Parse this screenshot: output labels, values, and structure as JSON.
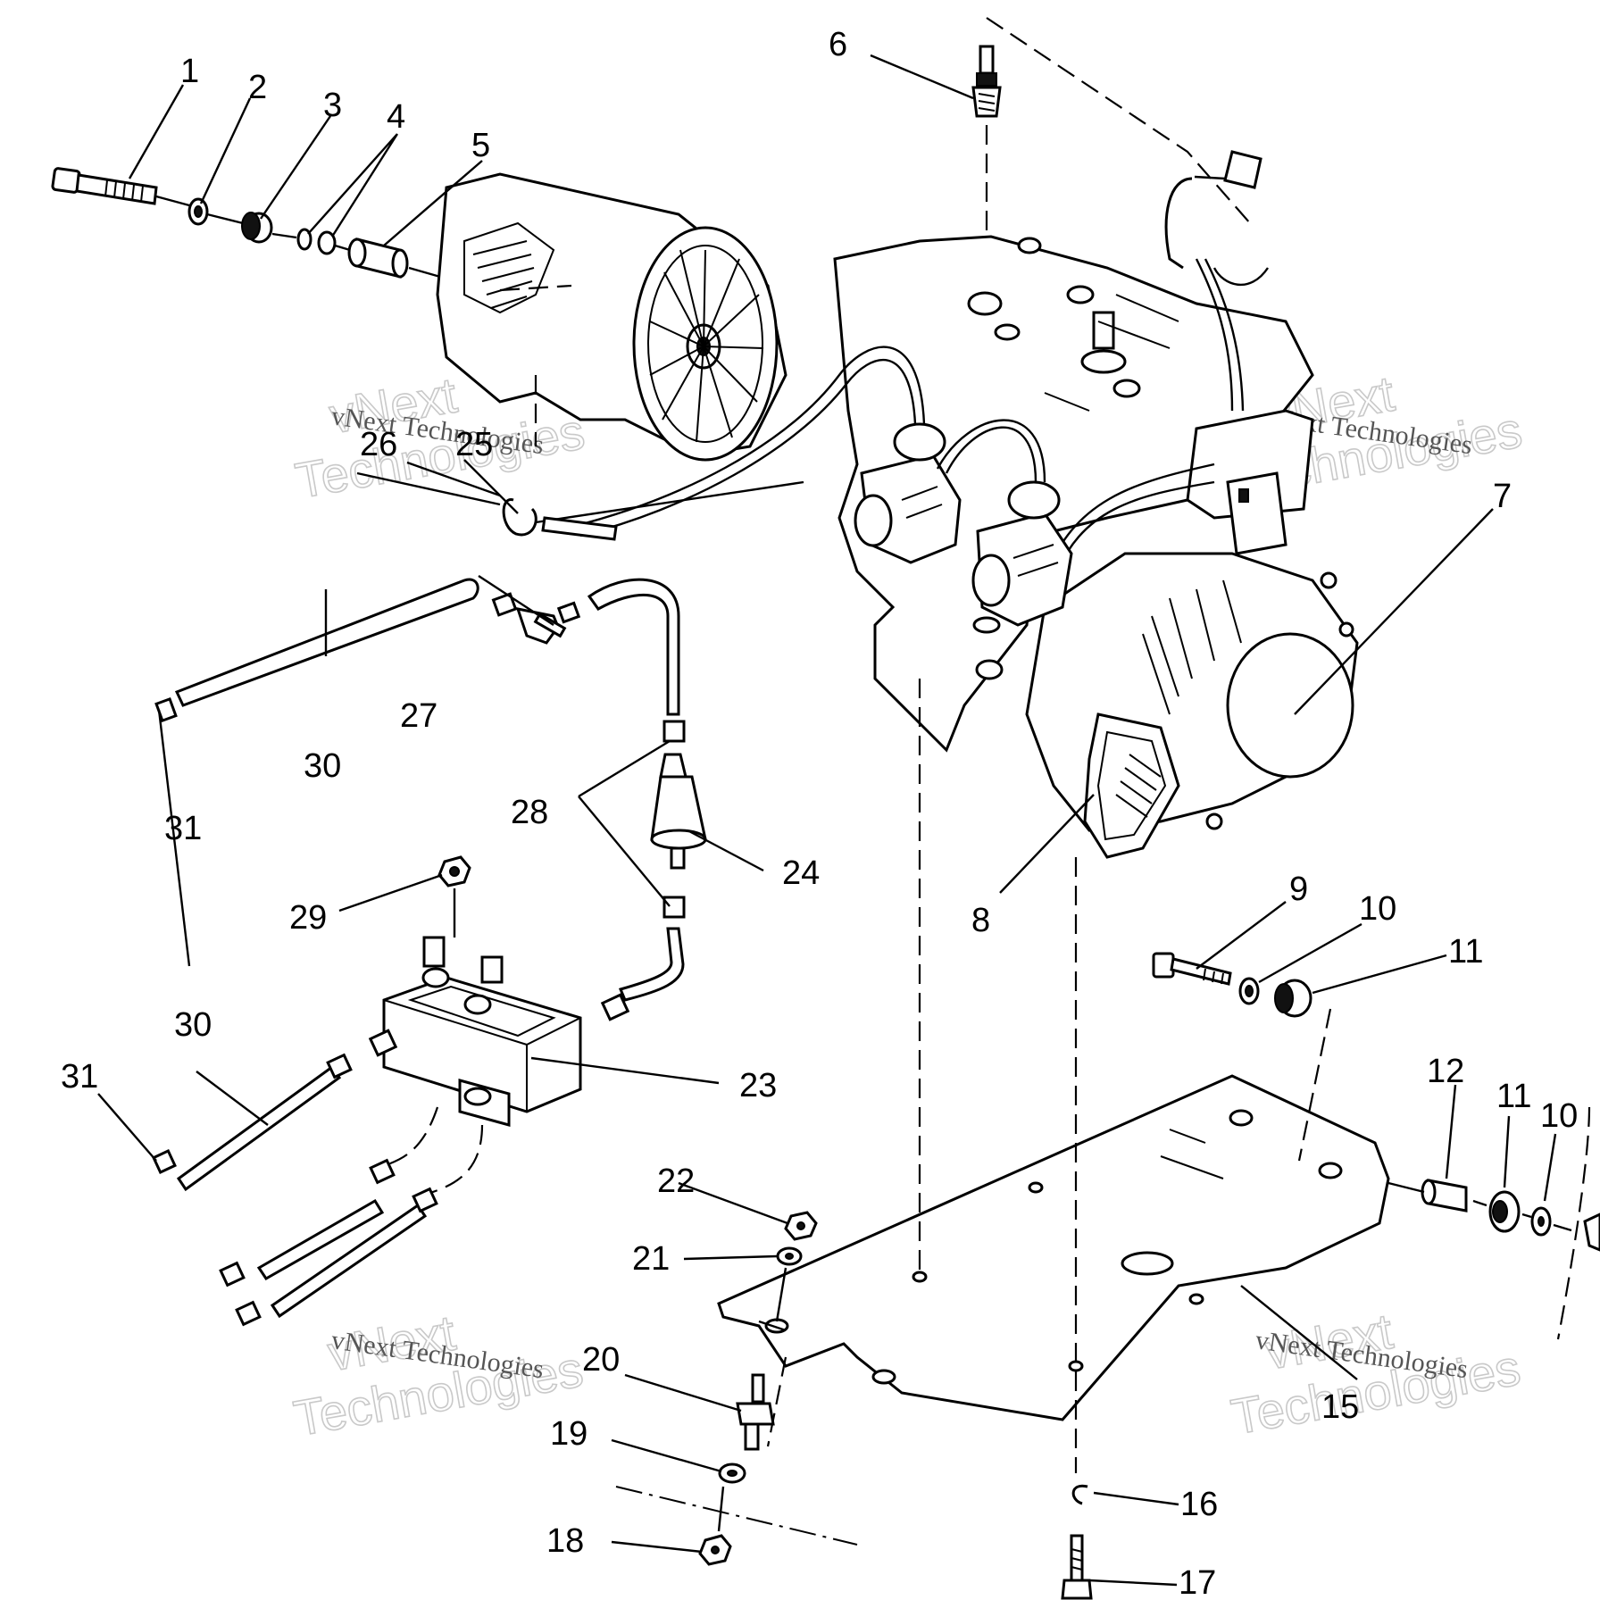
{
  "callouts": [
    {
      "id": "1",
      "label": "1"
    },
    {
      "id": "2",
      "label": "2"
    },
    {
      "id": "3",
      "label": "3"
    },
    {
      "id": "4",
      "label": "4"
    },
    {
      "id": "5",
      "label": "5"
    },
    {
      "id": "6",
      "label": "6"
    },
    {
      "id": "7",
      "label": "7"
    },
    {
      "id": "8",
      "label": "8"
    },
    {
      "id": "9",
      "label": "9"
    },
    {
      "id": "10a",
      "label": "10"
    },
    {
      "id": "11a",
      "label": "11"
    },
    {
      "id": "12",
      "label": "12"
    },
    {
      "id": "11b",
      "label": "11"
    },
    {
      "id": "10b",
      "label": "10"
    },
    {
      "id": "15",
      "label": "15"
    },
    {
      "id": "16",
      "label": "16"
    },
    {
      "id": "17",
      "label": "17"
    },
    {
      "id": "18",
      "label": "18"
    },
    {
      "id": "19",
      "label": "19"
    },
    {
      "id": "20",
      "label": "20"
    },
    {
      "id": "21",
      "label": "21"
    },
    {
      "id": "22",
      "label": "22"
    },
    {
      "id": "23",
      "label": "23"
    },
    {
      "id": "24",
      "label": "24"
    },
    {
      "id": "25",
      "label": "25"
    },
    {
      "id": "26",
      "label": "26"
    },
    {
      "id": "27",
      "label": "27"
    },
    {
      "id": "28",
      "label": "28"
    },
    {
      "id": "29",
      "label": "29"
    },
    {
      "id": "30a",
      "label": "30"
    },
    {
      "id": "30b",
      "label": "30"
    },
    {
      "id": "31a",
      "label": "31"
    },
    {
      "id": "31b",
      "label": "31"
    }
  ],
  "watermark": {
    "big_line1": "vNext",
    "big_line2": "Technologies",
    "small": "vNext Technologies"
  }
}
